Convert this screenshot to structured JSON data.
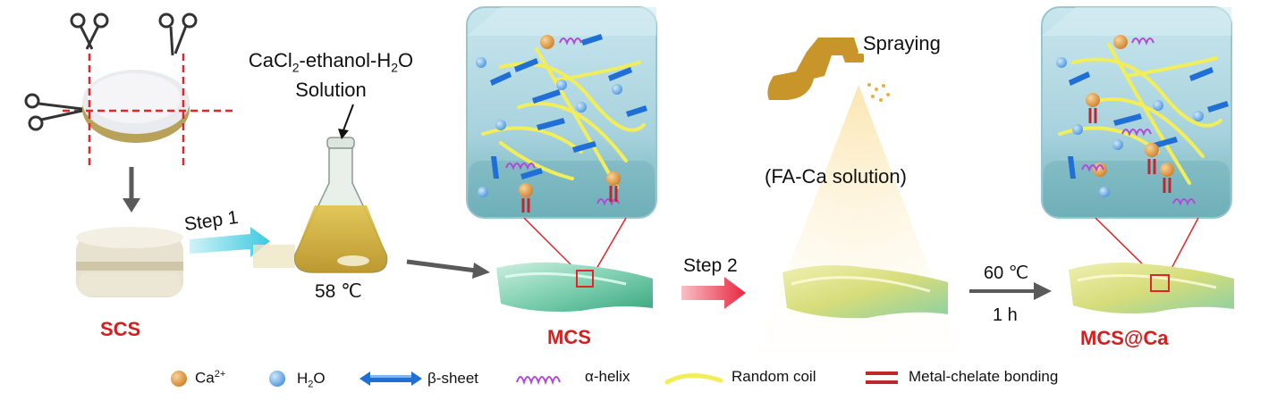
{
  "labels": {
    "solution_line1_a": "CaCl",
    "solution_line1_sub1": "2",
    "solution_line1_b": "-ethanol-H",
    "solution_line1_sub2": "2",
    "solution_line1_c": "O",
    "solution_line2": "Solution",
    "temp1": "58 ℃",
    "step1": "Step 1",
    "step2": "Step 2",
    "spraying": "Spraying",
    "fa_ca": "(FA-Ca solution)",
    "temp2": "60 ℃",
    "time": "1 h",
    "scs": "SCS",
    "mcs": "MCS",
    "mcs_ca": "MCS@Ca"
  },
  "legend": {
    "ca": "Ca",
    "ca_sup": "2+",
    "h2o_a": "H",
    "h2o_sub": "2",
    "h2o_b": "O",
    "beta": "β-sheet",
    "alpha": "α-helix",
    "coil": "Random coil",
    "metal": "Metal-chelate bonding"
  },
  "colors": {
    "label_red": "#d21f1f",
    "cube_blue": "#a9d4df",
    "coil_yellow": "#f2ee5a",
    "beta_blue": "#1f6fd6",
    "alpha_purple": "#b04ad6",
    "ca_orange": "#e8a13c",
    "water_blue": "#6fb3ea",
    "sprayer_gold": "#c8952a",
    "arrow_gray": "#5a5a5a"
  }
}
